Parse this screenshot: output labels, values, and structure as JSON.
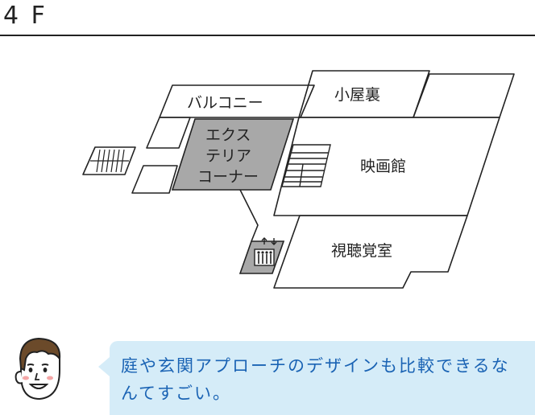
{
  "page": {
    "floor_title": "4 F"
  },
  "floorplan": {
    "rooms": {
      "balcony": "バルコニー",
      "attic": "小屋裏",
      "exterior_corner": [
        "エクス",
        "テリア",
        "コーナー"
      ],
      "cinema": "映画館",
      "av_room": "視聴覚室"
    },
    "colors": {
      "line": "#222222",
      "highlight": "#a8a8a8",
      "elevator": "#a8a8a8"
    },
    "icons": [
      "stairs-icon",
      "elevator-icon"
    ]
  },
  "comment": {
    "text": "庭や玄関アプローチのデザインも比較できるなんてすごい。",
    "bubble_color": "#d5ecf8",
    "text_color": "#1a63b4",
    "avatar_icon": "man-face-icon"
  }
}
